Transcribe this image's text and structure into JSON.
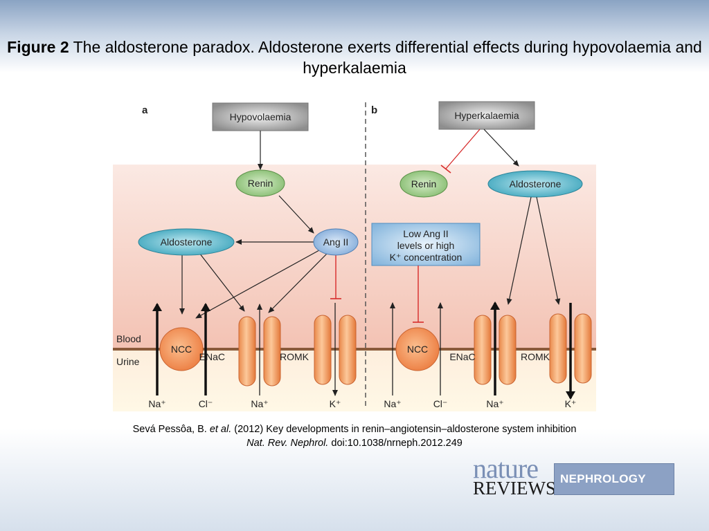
{
  "title": {
    "figure_label": "Figure 2",
    "text": "The aldosterone paradox. Aldosterone exerts differential effects during hypovolaemia and hyperkalaemia"
  },
  "panel_a": {
    "letter": "a",
    "trigger": "Hypovolaemia",
    "renin": "Renin",
    "ang2": "Ang II",
    "aldosterone": "Aldosterone",
    "ncc": "NCC",
    "enac": "ENaC",
    "romk": "ROMK",
    "ion_na1": "Na⁺",
    "ion_cl": "Cl⁻",
    "ion_na2": "Na⁺",
    "ion_k": "K⁺"
  },
  "panel_b": {
    "letter": "b",
    "trigger": "Hyperkalaemia",
    "renin": "Renin",
    "aldosterone": "Aldosterone",
    "condition_line1": "Low Ang II",
    "condition_line2": "levels or high",
    "condition_line3": "K⁺ concentration",
    "ncc": "NCC",
    "enac": "ENaC",
    "romk": "ROMK",
    "ion_na1": "Na⁺",
    "ion_cl": "Cl⁻",
    "ion_na2": "Na⁺",
    "ion_k": "K⁺"
  },
  "compartments": {
    "blood": "Blood",
    "urine": "Urine"
  },
  "citation": {
    "authors": "Sevá Pessôa, B.",
    "etal": "et al.",
    "rest": "(2012) Key developments in renin–angiotensin–aldosterone system inhibition",
    "journal": "Nat. Rev. Nephrol.",
    "doi": "doi:10.1038/nrneph.2012.249"
  },
  "logo": {
    "nature": "nature",
    "reviews": "REVIEWS",
    "section": "NEPHROLOGY"
  },
  "colors": {
    "channel": "#f2a86e",
    "ncc": "#f0955a",
    "renin_node": "#8fc47b",
    "hormone_node": "#4fb3c7",
    "inhibit": "#d62a2a",
    "membrane": "#8a5a3a"
  }
}
